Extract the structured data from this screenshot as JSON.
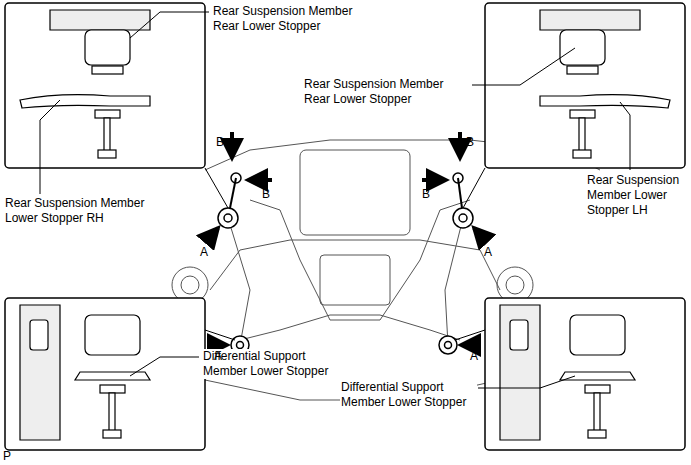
{
  "diagram": {
    "labels": [
      "Rear Suspension Member Rear Lower Stopper",
      "Rear Suspension Member Rear Lower Stopper",
      "Rear Suspension Member Lower Stopper RH",
      "Rear Suspension Member Lower Stopper LH",
      "Differential Support Member Lower Stopper",
      "Differential Support Member Lower Stopper",
      "B",
      "B",
      "B",
      "B",
      "A",
      "A",
      "A",
      "A",
      "P"
    ]
  }
}
